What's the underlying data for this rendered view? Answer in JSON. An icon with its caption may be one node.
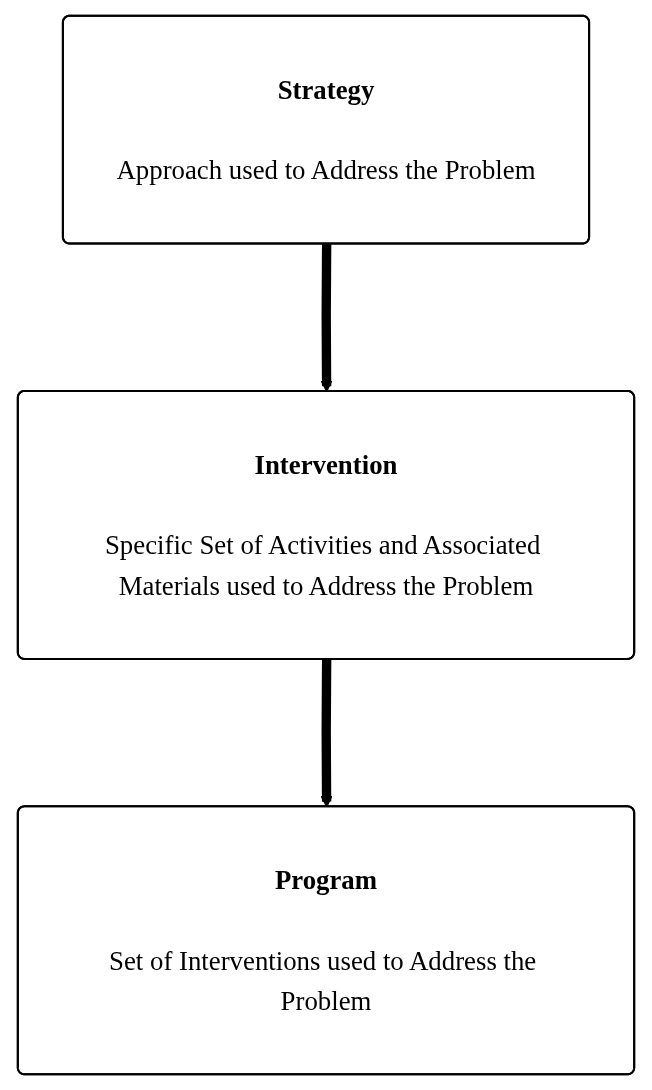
{
  "diagram": {
    "nodes": [
      {
        "text": [
          "Strategy",
          "Approach used to Address the Problem"
        ]
      },
      {
        "text": [
          "Intervention",
          "Specific Set of Activities and Associated Materials used to Address the Problem"
        ]
      },
      {
        "text": [
          "Program",
          "Set of Interventions used to Address the Problem"
        ]
      }
    ],
    "edges": [
      {
        "from": 0,
        "to": 1,
        "arrow": "to"
      },
      {
        "from": 1,
        "to": 2,
        "arrow": "to"
      }
    ]
  }
}
